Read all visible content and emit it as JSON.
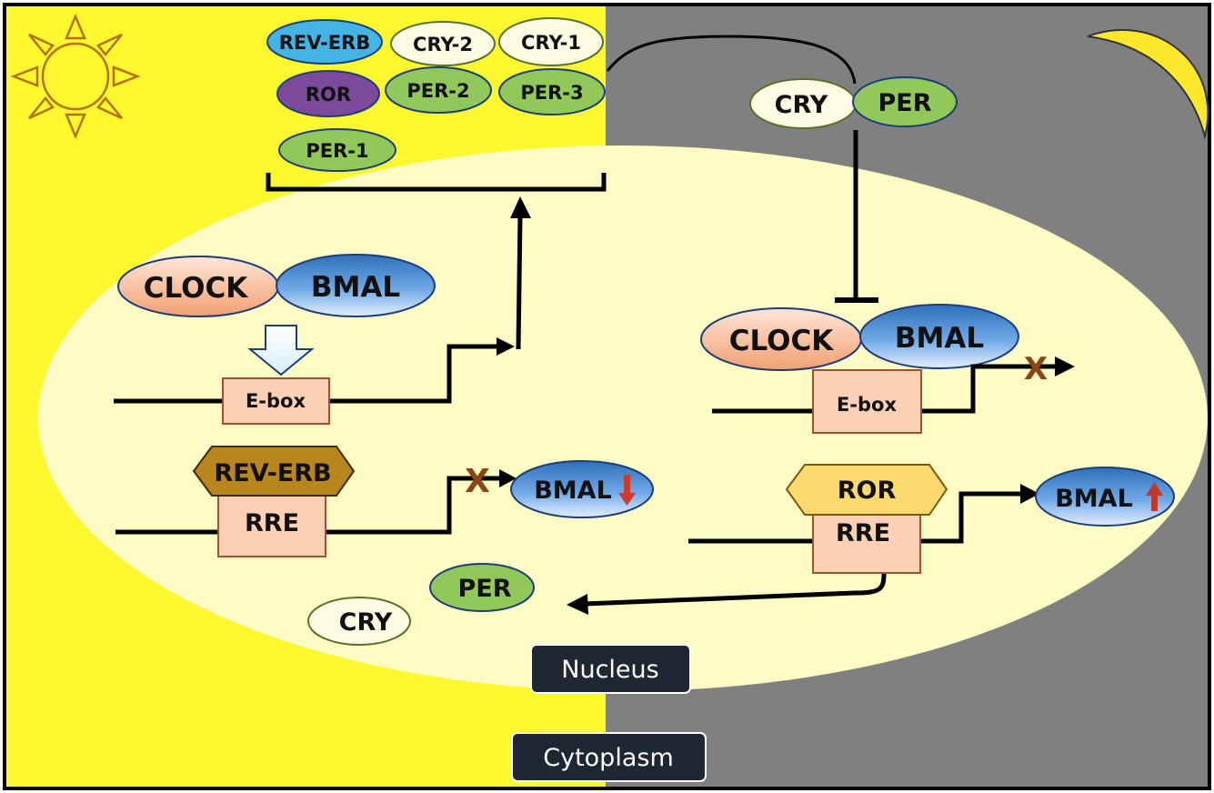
{
  "colors": {
    "day_bg": "#fdf72f",
    "night_bg": "#808080",
    "nucleus": "#fffbc4",
    "clock_fill": "#f4b48c",
    "bmal_fill": "#4a8fd6",
    "rev_erb_protein": "#43b4e4",
    "ror_protein": "#7b4a9a",
    "per_fill": "#92c85a",
    "cry_fill": "#fefbe2",
    "rev_erb_hex": "#b8861c",
    "ror_hex": "#fcd96e",
    "box_fill": "#fcd0b5",
    "label_box": "#1f2733",
    "inhibit_x": "#8b4513",
    "down_arrow": "#d0392b",
    "up_arrow": "#c0392b"
  },
  "proteins_top": {
    "rev_erb": "REV-ERB",
    "cry2": "CRY-2",
    "cry1": "CRY-1",
    "ror": "ROR",
    "per2": "PER-2",
    "per3": "PER-3",
    "per1": "PER-1"
  },
  "night_complex": {
    "cry": "CRY",
    "per": "PER"
  },
  "day": {
    "clock": "CLOCK",
    "bmal": "BMAL",
    "ebox": "E-box",
    "rev_erb": "REV-ERB",
    "rre": "RRE",
    "bmal_down": "BMAL",
    "per": "PER",
    "cry": "CRY"
  },
  "night": {
    "clock": "CLOCK",
    "bmal": "BMAL",
    "ebox": "E-box",
    "ror": "ROR",
    "rre": "RRE",
    "bmal_up": "BMAL"
  },
  "blocked_mark": "X",
  "labels": {
    "nucleus": "Nucleus",
    "cytoplasm": "Cytoplasm"
  },
  "icons": {
    "day": "sun-icon",
    "night": "moon-icon"
  }
}
